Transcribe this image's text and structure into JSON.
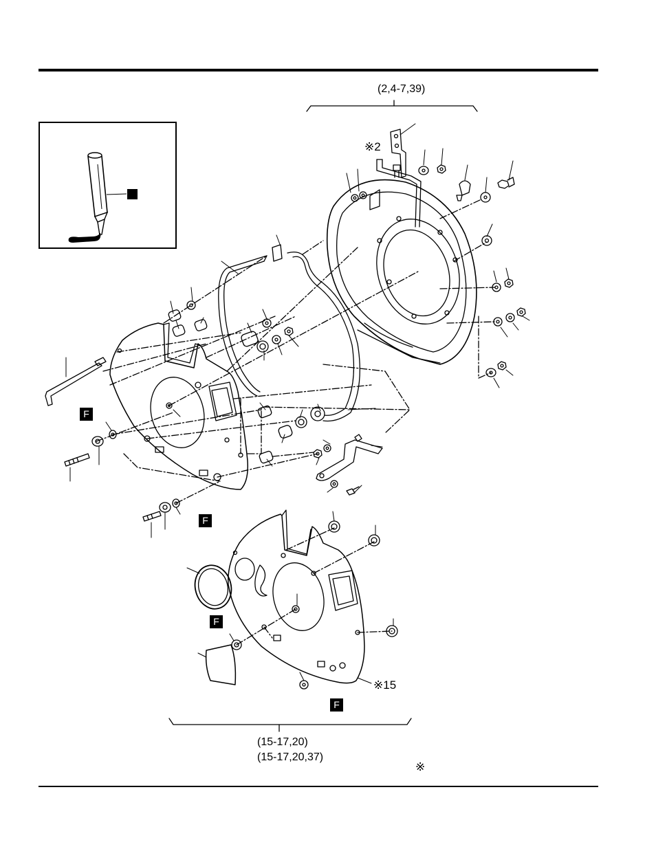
{
  "callouts": {
    "upper_group_ref": "(2,4-7,39)",
    "mark_2": "※2",
    "mark_15": "※15",
    "lower_group_ref_a": "(15-17,20)",
    "lower_group_ref_b": "(15-17,20,37)",
    "footnote_mark": "※"
  },
  "badges": {
    "f_letter": "F"
  },
  "icons": {
    "sealant_tube": "sealant-tube-icon"
  },
  "colors": {
    "ink": "#000000",
    "paper": "#ffffff"
  }
}
